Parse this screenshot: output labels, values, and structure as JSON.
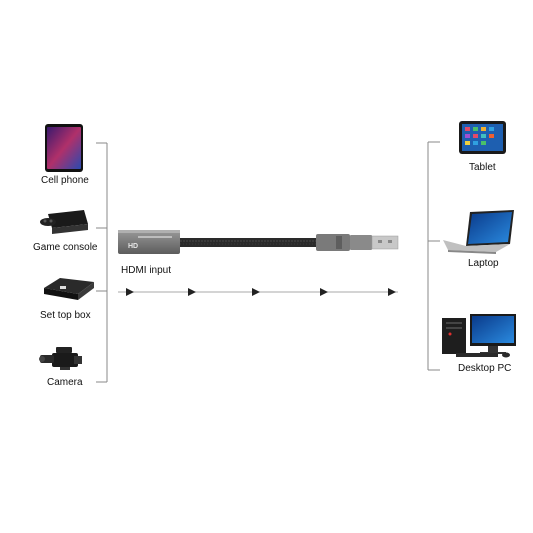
{
  "sources": [
    {
      "label": "Cell phone",
      "icon": "smartphone-icon"
    },
    {
      "label": "Game console",
      "icon": "game-console-icon"
    },
    {
      "label": "Set top box",
      "icon": "set-top-box-icon"
    },
    {
      "label": "Camera",
      "icon": "video-camera-icon"
    }
  ],
  "device": {
    "label": "HDMI input",
    "icon": "hdmi-capture-card-icon",
    "plate_text": "HD"
  },
  "targets": [
    {
      "label": "Tablet",
      "icon": "tablet-icon"
    },
    {
      "label": "Laptop",
      "icon": "laptop-icon"
    },
    {
      "label": "Desktop PC",
      "icon": "desktop-pc-icon"
    }
  ],
  "colors": {
    "line": "#888888",
    "arrow": "#222222",
    "device_body": "#6b6b6b",
    "cable": "#2a2a2a"
  }
}
